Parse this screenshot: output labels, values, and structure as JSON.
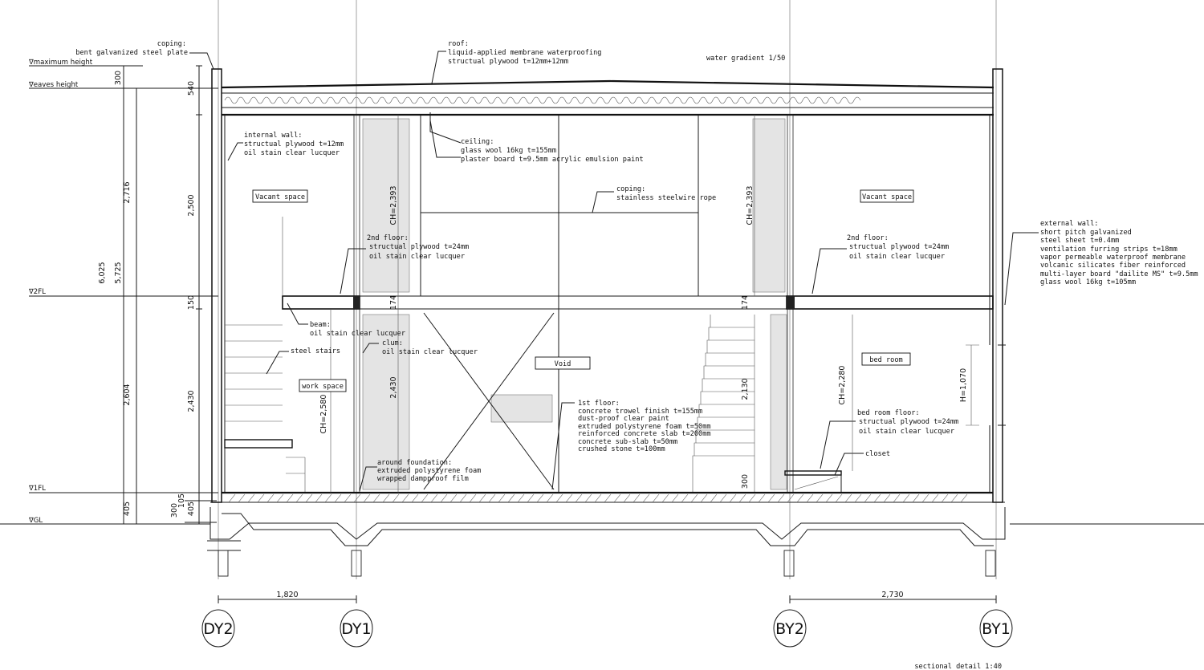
{
  "levels": {
    "max_height": "∇maximum height",
    "eaves_height": "∇eaves height",
    "second_fl": "∇2FL",
    "first_fl": "∇1FL",
    "gl": "∇GL"
  },
  "left_dims": {
    "d300a": "300",
    "d2716": "2,716",
    "d6025": "6,025",
    "d5725": "5,725",
    "d2604": "2,604",
    "d405a": "405",
    "d540": "540",
    "d2500": "2,500",
    "d150": "150",
    "d2430": "2,430",
    "d105": "105",
    "d405b": "405",
    "d300b": "300"
  },
  "inner_dims": {
    "ch2393a": "CH=2,393",
    "ch2393b": "CH=2,393",
    "d174a": "174",
    "d174b": "174",
    "ch2580": "CH=2,580",
    "d2430": "2,430",
    "d2130": "2,130",
    "d300": "300",
    "ch2280": "CH=2,280",
    "h1070": "H=1,070"
  },
  "notes": {
    "coping1": [
      "coping:",
      "bent galvanized steel plate"
    ],
    "roof": [
      "roof:",
      "liquid-applied membrane waterproofing",
      "structual plywood t=12mm+12mm"
    ],
    "water_gradient": "water gradient  1/50",
    "internal_wall": [
      "internal wall:",
      "structual plywood t=12mm",
      "oil stain clear lucquer"
    ],
    "ceiling": [
      "ceiling:",
      "glass wool 16kg t=155mm",
      "plaster board t=9.5mm acrylic emulsion paint"
    ],
    "coping2": [
      "coping:",
      "stainless steelwire rope"
    ],
    "second_floor_left": [
      "2nd floor:",
      "structual plywood t=24mm",
      "oil stain clear lucquer"
    ],
    "second_floor_right": [
      "2nd floor:",
      "structual plywood t=24mm",
      "oil stain clear lucquer"
    ],
    "external_wall": [
      "external wall:",
      "short pitch galvanized",
      "steel sheet t=0.4mm",
      "ventilation furring strips t=18mm",
      "vapor permeable waterproof membrane",
      "volcanic silicates fiber reinforced",
      "multi-layer board \"dailite MS\" t=9.5mm",
      "glass wool 16kg t=105mm"
    ],
    "beam": [
      "beam:",
      "oil stain clear lucquer"
    ],
    "steel_stairs": "steel stairs",
    "clum": [
      "clum:",
      "oil stain clear lucquer"
    ],
    "first_floor": [
      "1st floor:",
      "concrete trowel finish t=155mm",
      "dust-proof clear paint",
      "extruded polystyrene foam t=50mm",
      "reinforced concrete slab t=200mm",
      "concrete sub-slab t=50mm",
      "crushed stone t=100mm"
    ],
    "bed_room_floor": [
      "bed room floor:",
      "structual plywood t=24mm",
      "oil stain clear lucquer"
    ],
    "closet": "closet",
    "around_foundation": [
      "around foundation:",
      "extruded polystyrene foam",
      "wrapped dampproof film"
    ]
  },
  "rooms": {
    "vacant_left": "Vacant space",
    "vacant_right": "Vacant space",
    "void": "Void",
    "work_space": "work space",
    "bed_room": "bed room"
  },
  "bottom_dims": {
    "left": "1,820",
    "right": "2,730"
  },
  "grid": [
    "DY2",
    "DY1",
    "BY2",
    "BY1"
  ],
  "caption": "sectional detail 1:40"
}
